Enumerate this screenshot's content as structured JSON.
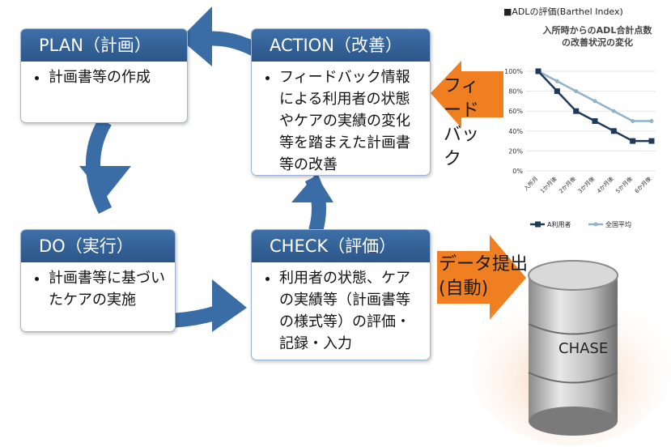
{
  "cycle": {
    "plan": {
      "title": "PLAN（計画）",
      "items": [
        "計画書等の作成"
      ]
    },
    "action": {
      "title": "ACTION（改善）",
      "items": [
        "フィードバック情報による利用者の状態やケアの実績の変化等を踏まえた計画書等の改善"
      ]
    },
    "do": {
      "title": "DO（実行）",
      "items": [
        "計画書等に基づいたケアの実施"
      ]
    },
    "check": {
      "title": "CHECK（評価）",
      "items": [
        "利用者の状態、ケアの実績等（計画書等の様式等）の評価・記録・入力"
      ]
    }
  },
  "feedback_label": "フィードバック",
  "data_label": "データ提出(自動)",
  "database_label": "CHASE",
  "colors": {
    "blue": "#3a6ca6",
    "orange": "#f07f22",
    "dark_series": "#1f3a5c",
    "light_series": "#8fb3c8"
  },
  "chart_header": "■ADLの評価(Barthel Index)",
  "chart_data": {
    "type": "line",
    "title": "入所時からのADL合計点数の改善状況の変化",
    "categories": [
      "入所月",
      "1か月後",
      "2か月後",
      "3か月後",
      "4か月後",
      "5か月後",
      "6か月後"
    ],
    "ylim": [
      0,
      100
    ],
    "yticks": [
      "0%",
      "20%",
      "40%",
      "60%",
      "80%",
      "100%"
    ],
    "series": [
      {
        "name": "A利用者",
        "values": [
          100,
          80,
          60,
          50,
          40,
          30,
          30
        ]
      },
      {
        "name": "全国平均",
        "values": [
          100,
          90,
          80,
          70,
          60,
          50,
          50
        ]
      }
    ],
    "legend": "bottom"
  }
}
